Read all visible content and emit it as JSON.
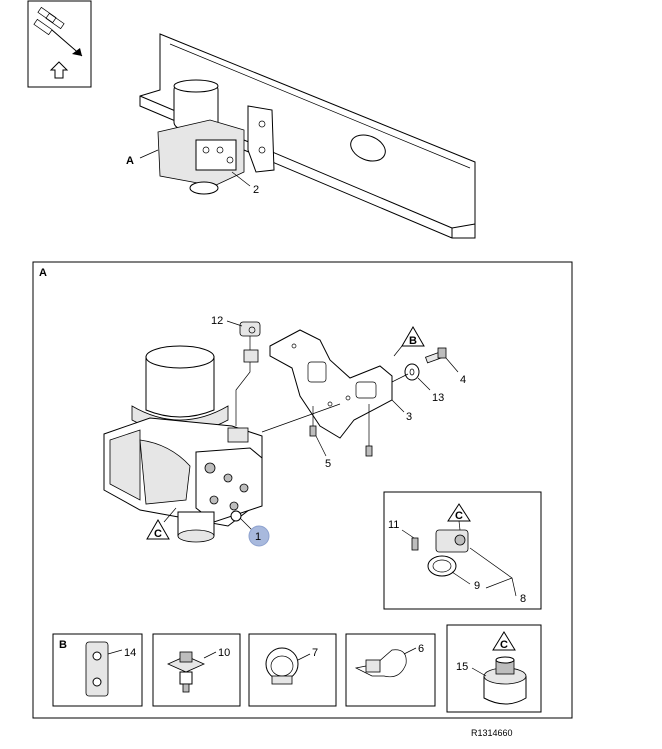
{
  "overview": {
    "callout_A": "A",
    "callout_2": "2"
  },
  "detail_panel": {
    "title": "A",
    "callouts": {
      "c12": "12",
      "c4": "4",
      "c13": "13",
      "c3": "3",
      "c5": "5",
      "c1": "1",
      "b_tri": "B",
      "c_tri": "C"
    }
  },
  "inset_C": {
    "tri": "C",
    "c11": "11",
    "c9": "9",
    "c8": "8"
  },
  "parts_row": [
    {
      "id": "b",
      "letter": "B",
      "num": "14"
    },
    {
      "id": "p10",
      "num": "10"
    },
    {
      "id": "p7",
      "num": "7"
    },
    {
      "id": "p6",
      "num": "6"
    },
    {
      "id": "c15",
      "letter": "C",
      "num": "15"
    }
  ],
  "reference": "R1314660",
  "colors": {
    "line": "#000000",
    "highlight_circle": "#a8b9dd"
  }
}
